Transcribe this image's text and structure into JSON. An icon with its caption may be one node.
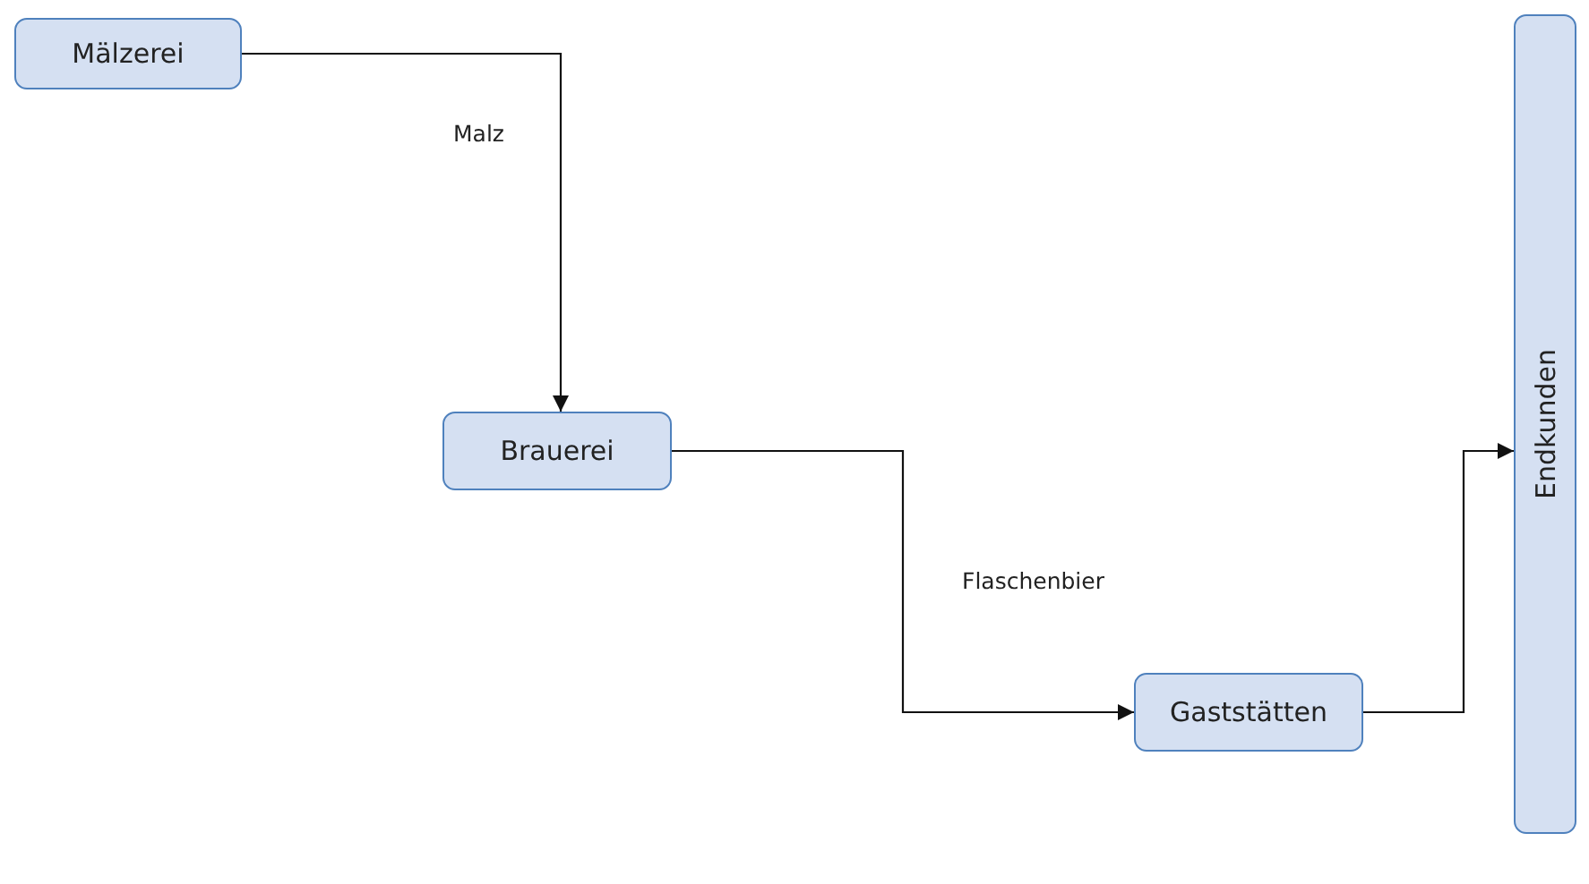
{
  "diagram": {
    "nodes": [
      {
        "text": [
          "Mälzerei"
        ]
      },
      {
        "text": [
          "Brauerei"
        ]
      },
      {
        "text": [
          "Gaststätten"
        ]
      },
      {
        "text": [
          "Endkunden"
        ]
      }
    ],
    "edges": [
      {
        "from": 0,
        "to": 1,
        "arrow": "to",
        "label": "Malz"
      },
      {
        "from": 1,
        "to": 2,
        "arrow": "to",
        "label": "Flaschenbier"
      },
      {
        "from": 2,
        "to": 3,
        "arrow": "to"
      }
    ]
  }
}
